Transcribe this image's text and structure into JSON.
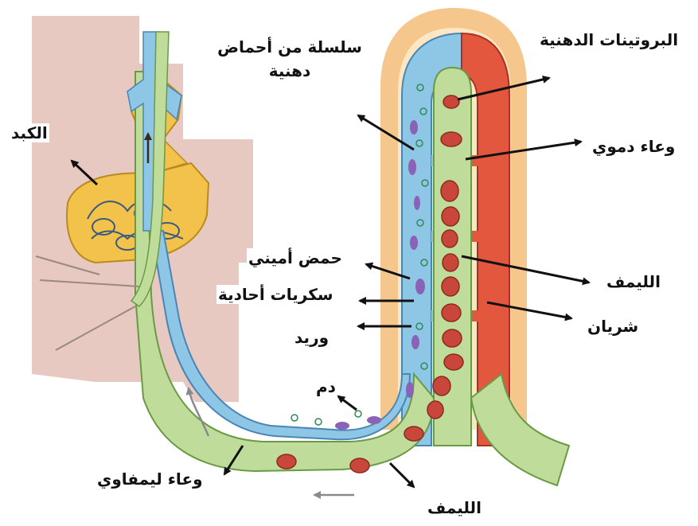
{
  "labels": {
    "lipoproteins": "البروتينات الدهنية",
    "fatty_acid_chain": "سلسلة من أحماض دهنية",
    "liver": "الكبد",
    "blood_vessel": "وعاء دموي",
    "amino_acid": "حمض أميني",
    "monosaccharides": "سكريات أحادية",
    "lymph_upper": "الليمف",
    "artery": "شريان",
    "vein": "وريد",
    "blood": "دم",
    "lymph_vessel": "وعاء ليمفاوي",
    "lymph_lower": "الليمف"
  },
  "colors": {
    "background_tissue": "#e7c9c2",
    "liver": "#f2c24a",
    "vein": "#8ec6e6",
    "artery": "#e2573e",
    "lymph": "#bfdc9a",
    "villus_outer": "#f6c78d",
    "blood_cell": "#c9463a",
    "fat_droplet": "#8a63b8",
    "lymph_cell": "#5fb07a"
  }
}
